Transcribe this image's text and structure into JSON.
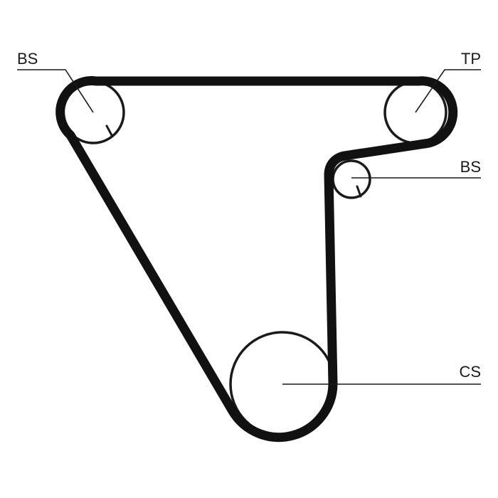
{
  "diagram": {
    "labels": {
      "top_left": "BS",
      "top_right": "TP",
      "middle_right": "BS",
      "bottom_right": "CS"
    },
    "colors": {
      "belt": "#111111",
      "line": "#1a1a1a",
      "background": "#ffffff"
    }
  }
}
